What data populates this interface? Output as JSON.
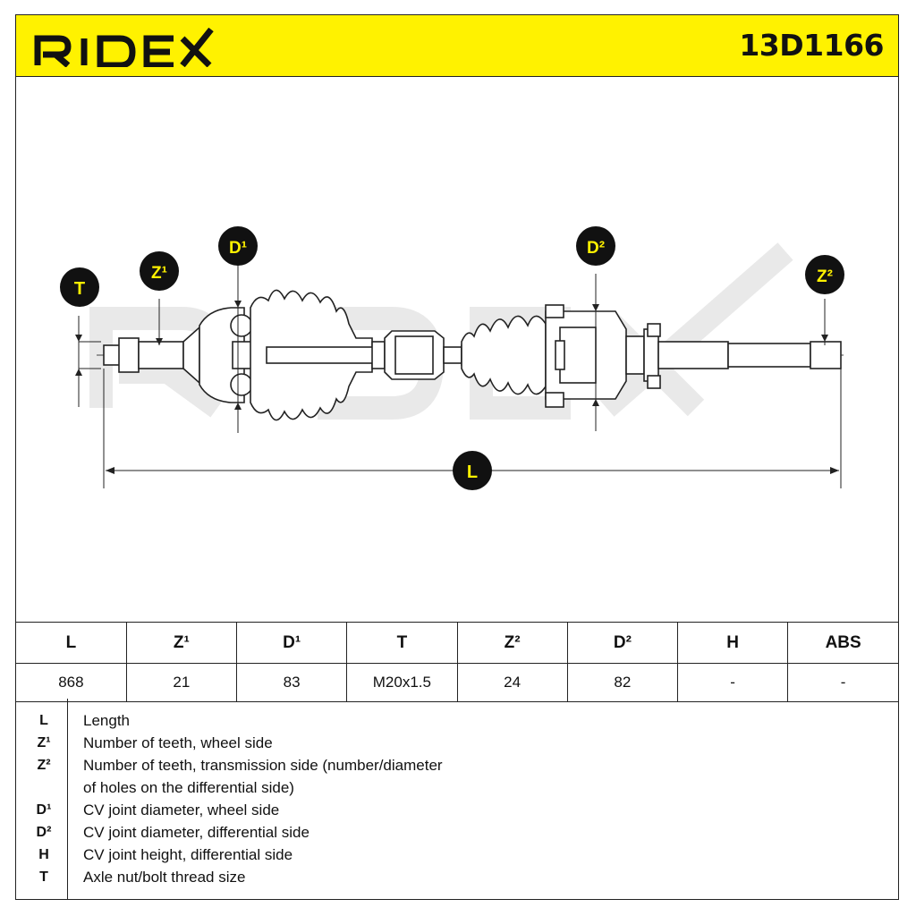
{
  "header": {
    "brand": "RIDEX",
    "part_number": "13D1166"
  },
  "colors": {
    "accent": "#fff200",
    "marker_bg": "#111111",
    "marker_text": "#fff200",
    "line": "#222222",
    "watermark": "#e6e6e6"
  },
  "diagram": {
    "watermark": "RIDEX",
    "markers": {
      "t": "T",
      "z1": "Z¹",
      "d1": "D¹",
      "d2": "D²",
      "z2": "Z²",
      "l": "L"
    }
  },
  "specs": {
    "headers": [
      "L",
      "Z¹",
      "D¹",
      "T",
      "Z²",
      "D²",
      "H",
      "ABS"
    ],
    "values": [
      "868",
      "21",
      "83",
      "M20x1.5",
      "24",
      "82",
      "-",
      "-"
    ]
  },
  "legend": [
    {
      "key": "L",
      "text": "Length"
    },
    {
      "key": "Z¹",
      "text": "Number of teeth, wheel side"
    },
    {
      "key": "Z²",
      "text": "Number of teeth, transmission side (number/diameter"
    },
    {
      "key": "",
      "text": "of holes on the differential side)"
    },
    {
      "key": "D¹",
      "text": "CV joint diameter, wheel side"
    },
    {
      "key": "D²",
      "text": "CV joint diameter, differential side"
    },
    {
      "key": "H",
      "text": "CV joint height, differential side"
    },
    {
      "key": "T",
      "text": "Axle nut/bolt thread size"
    }
  ]
}
